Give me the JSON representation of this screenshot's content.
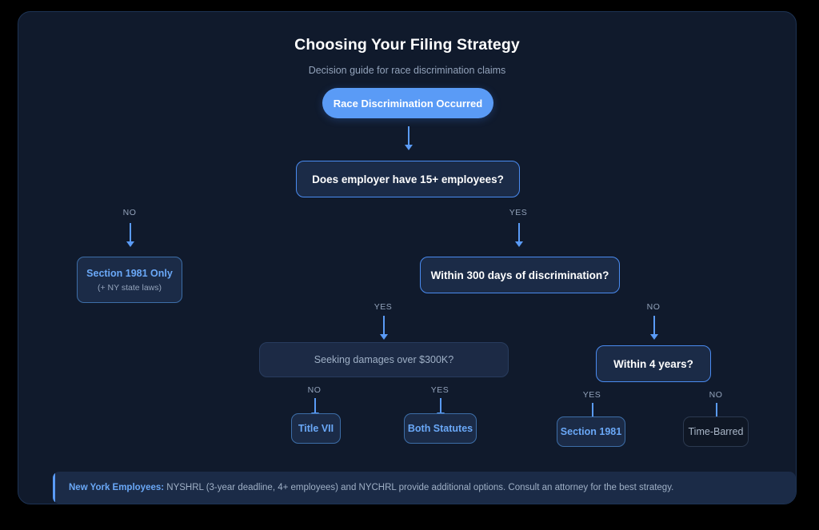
{
  "header": {
    "title": "Choosing Your Filing Strategy",
    "subtitle": "Decision guide for race discrimination claims"
  },
  "flow": {
    "start": {
      "label": "Race Discrimination Occurred"
    },
    "decisions": [
      {
        "id": "employees",
        "label": "Does employer have 15+ employees?"
      },
      {
        "id": "days300",
        "label": "Within 300 days of discrimination?"
      },
      {
        "id": "damages",
        "label": "Seeking damages over $300K?"
      },
      {
        "id": "years4",
        "label": "Within 4 years?"
      }
    ],
    "outcomes": [
      {
        "id": "section-1981-only",
        "label": "Section 1981 Only",
        "sub": "(+ NY state laws)"
      },
      {
        "id": "title-vii",
        "label": "Title VII",
        "sub": ""
      },
      {
        "id": "both-statutes",
        "label": "Both Statutes",
        "sub": ""
      },
      {
        "id": "section-1981",
        "label": "Section 1981",
        "sub": ""
      },
      {
        "id": "time-barred",
        "label": "Time-Barred",
        "sub": ""
      }
    ],
    "branch_labels": {
      "employees_no": "NO",
      "employees_yes": "YES",
      "days300_yes": "YES",
      "days300_no": "NO",
      "damages_no": "NO",
      "damages_yes": "YES",
      "years4_yes": "YES",
      "years4_no": "NO"
    }
  },
  "footer": {
    "strong": "New York Employees:",
    "text": " NYSHRL (3-year deadline, 4+ employees) and NYCHRL provide additional options. Consult an attorney for the best strategy."
  },
  "colors": {
    "accent": "#5a9bf6",
    "accent_text": "#6aa8f7",
    "card_bg": "#101a2c",
    "node_bg": "#1b2b47",
    "muted_text": "#93a3bb",
    "barred_bg": "#0f1725"
  }
}
